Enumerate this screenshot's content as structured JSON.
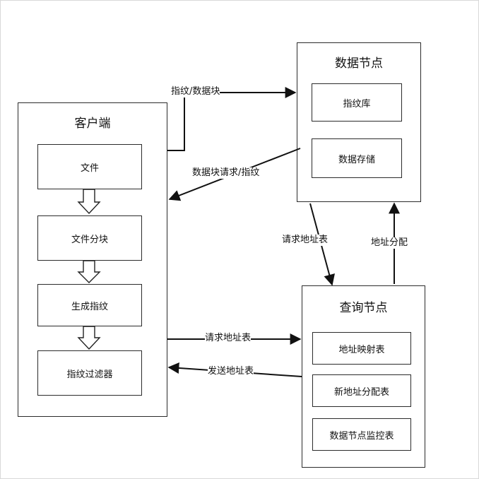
{
  "client": {
    "title": "客户端",
    "items": [
      "文件",
      "文件分块",
      "生成指纹",
      "指纹过滤器"
    ]
  },
  "data_node": {
    "title": "数据节点",
    "items": [
      "指纹库",
      "数据存储"
    ]
  },
  "query_node": {
    "title": "查询节点",
    "items": [
      "地址映射表",
      "新地址分配表",
      "数据节点监控表"
    ]
  },
  "edges": {
    "fingerprint_block": "指纹/数据块",
    "block_request": "数据块请求/指纹",
    "request_address_up": "请求地址表",
    "address_alloc": "地址分配",
    "request_address": "请求地址表",
    "send_address": "发送地址表"
  }
}
